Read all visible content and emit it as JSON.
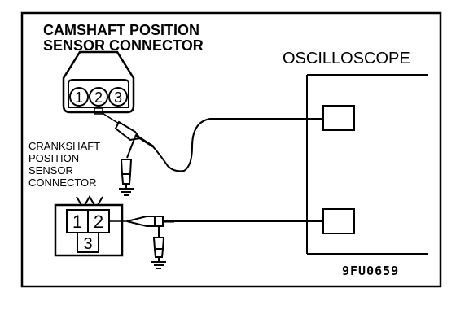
{
  "labels": {
    "camshaft_line1": "CAMSHAFT POSITION",
    "camshaft_line2": "SENSOR CONNECTOR",
    "oscilloscope": "OSCILLOSCOPE",
    "crankshaft_line1": "CRANKSHAFT",
    "crankshaft_line2": "POSITION",
    "crankshaft_line3": "SENSOR",
    "crankshaft_line4": "CONNECTOR",
    "figure_code": "9FU0659"
  },
  "camshaft_pins": [
    "1",
    "2",
    "3"
  ],
  "crankshaft_pins": [
    "1",
    "2",
    "3"
  ],
  "colors": {
    "ink": "#000000",
    "background": "#ffffff"
  }
}
